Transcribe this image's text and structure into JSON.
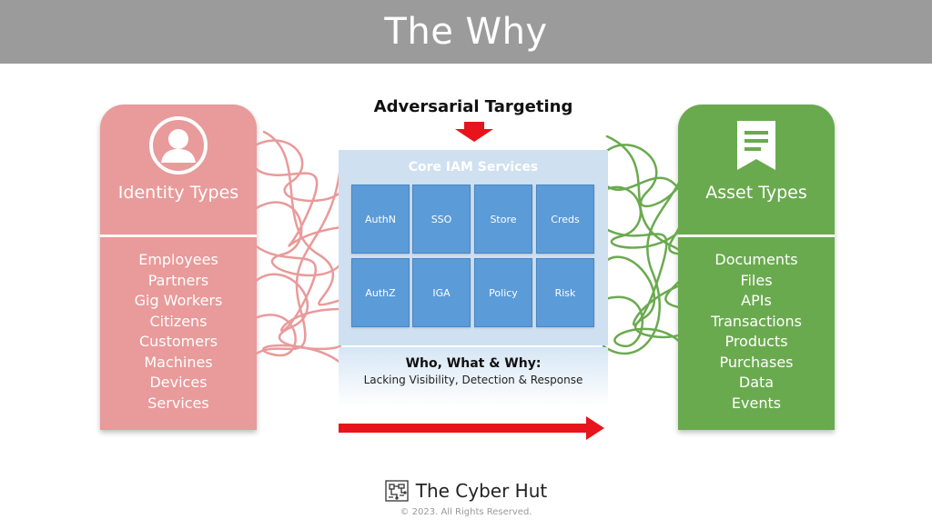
{
  "title": "The Why",
  "identity": {
    "title": "Identity Types",
    "color": "#e99a9a",
    "icon": "user-icon",
    "items": [
      "Employees",
      "Partners",
      "Gig Workers",
      "Citizens",
      "Customers",
      "Machines",
      "Devices",
      "Services"
    ]
  },
  "asset": {
    "title": "Asset Types",
    "color": "#6aaa4f",
    "icon": "document-icon",
    "items": [
      "Documents",
      "Files",
      "APIs",
      "Transactions",
      "Products",
      "Purchases",
      "Data",
      "Events"
    ]
  },
  "targeting": "Adversarial Targeting",
  "core": {
    "title": "Core IAM Services",
    "services": [
      "AuthN",
      "SSO",
      "Store",
      "Creds",
      "AuthZ",
      "IGA",
      "Policy",
      "Risk"
    ]
  },
  "who": {
    "title": "Who, What & Why:",
    "subtitle": "Lacking Visibility, Detection & Response"
  },
  "brand": {
    "name": "The Cyber Hut",
    "icon": "circuit-board-icon",
    "copyright": "© 2023. All Rights Reserved."
  },
  "colors": {
    "title_bar": "#9b9b9b",
    "arrow": "#e8141b",
    "service_tile": "#5b9bd8",
    "core_bg": "#cfe0f1"
  }
}
